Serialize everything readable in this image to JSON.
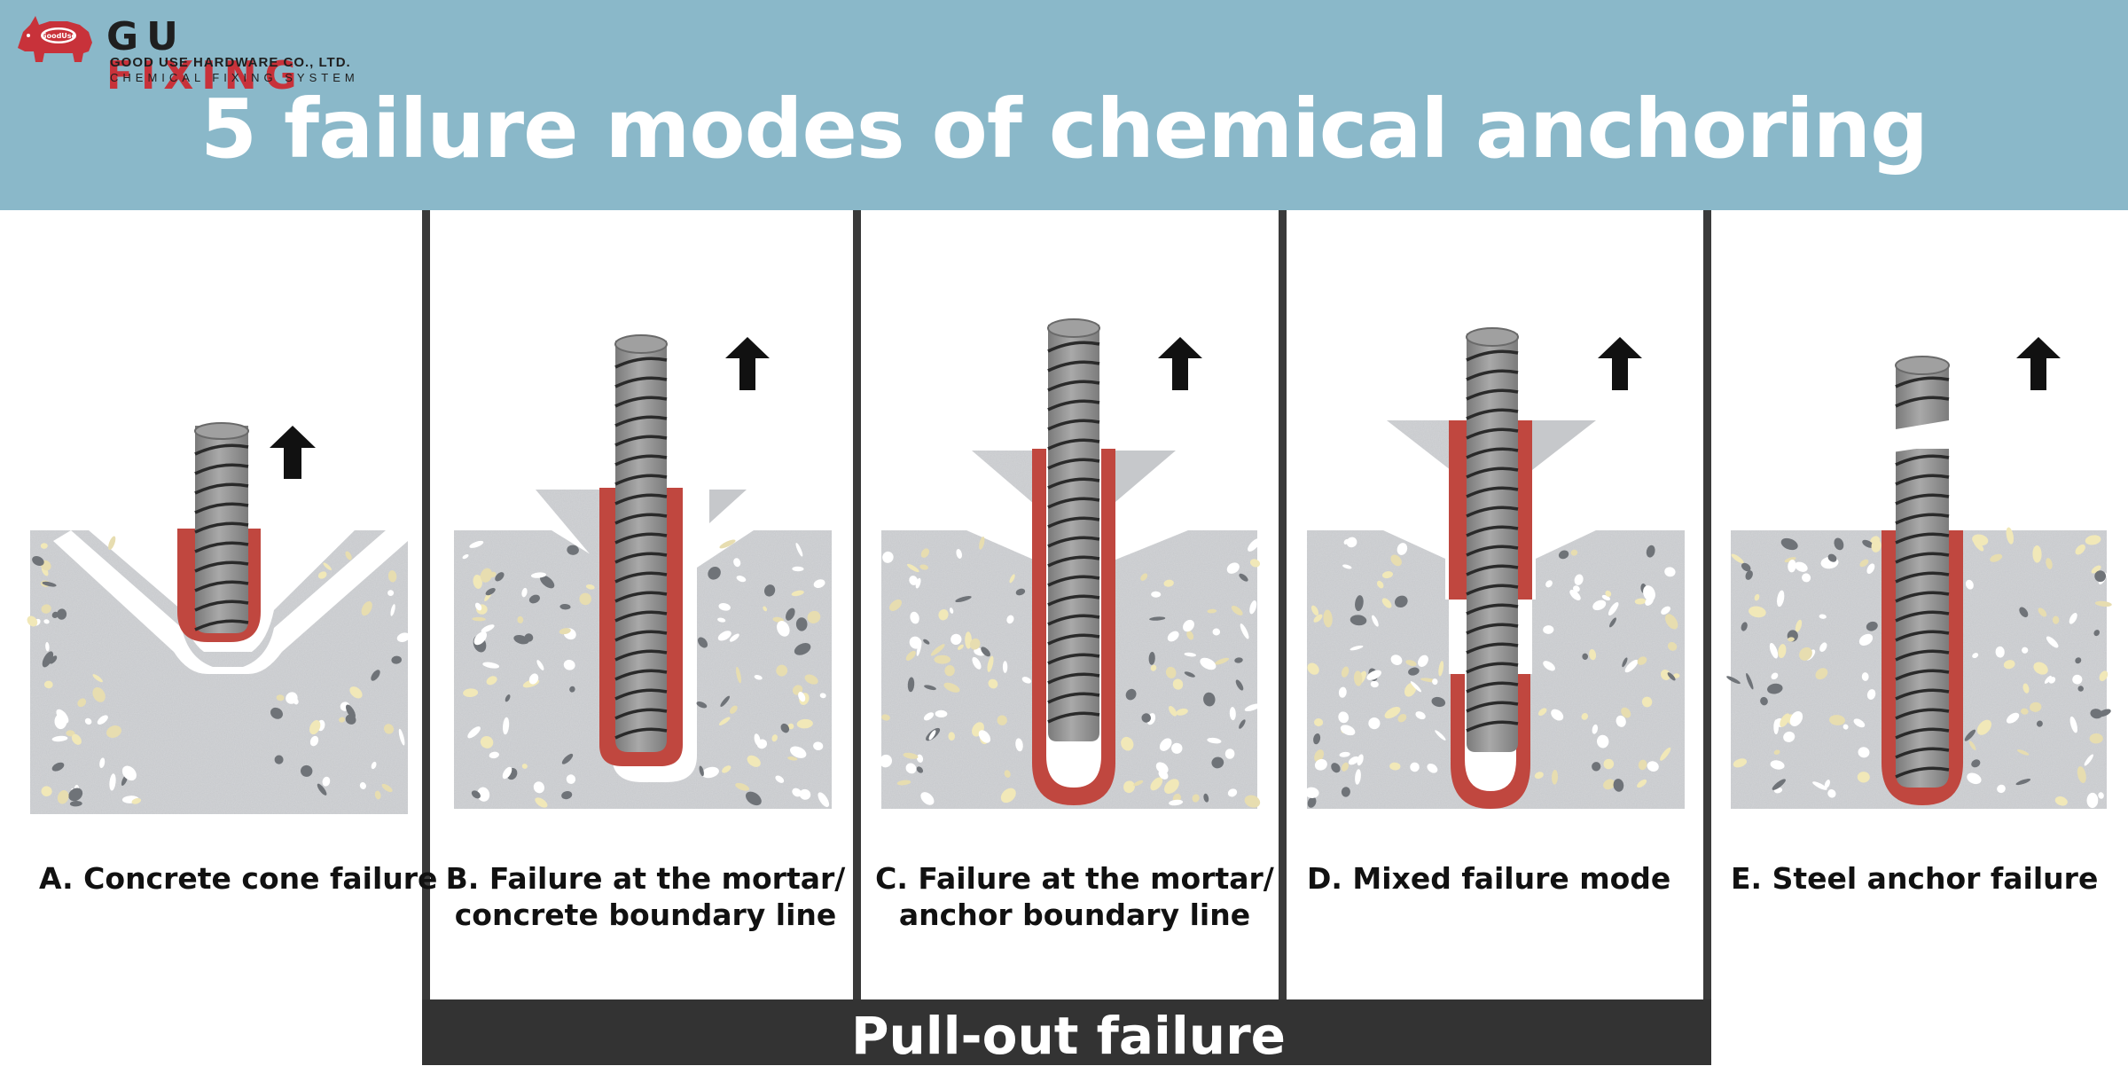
{
  "brand": {
    "name_part1": "GU",
    "name_part2": "FIXING",
    "company": "GOOD USE HARDWARE CO., LTD.",
    "tagline": "CHEMICAL FIXING SYSTEM",
    "emblem_text": "GoodUse"
  },
  "title": "5 failure modes of chemical anchoring",
  "modes": [
    {
      "id": "A",
      "label": "A. Concrete cone failure"
    },
    {
      "id": "B",
      "label_line1": "B. Failure at the mortar/",
      "label_line2": "concrete boundary line"
    },
    {
      "id": "C",
      "label_line1": "C. Failure at the mortar/",
      "label_line2": "anchor boundary line"
    },
    {
      "id": "D",
      "label": "D. Mixed failure mode"
    },
    {
      "id": "E",
      "label": "E. Steel anchor failure"
    }
  ],
  "group": {
    "label": "Pull-out failure"
  },
  "colors": {
    "header_bg": "#8ab8c9",
    "concrete": "#c6c8cb",
    "mortar": "#c0473f",
    "rebar": "#8e8e8e",
    "divider": "#3a3a3a",
    "pullout_bar": "#333333"
  }
}
